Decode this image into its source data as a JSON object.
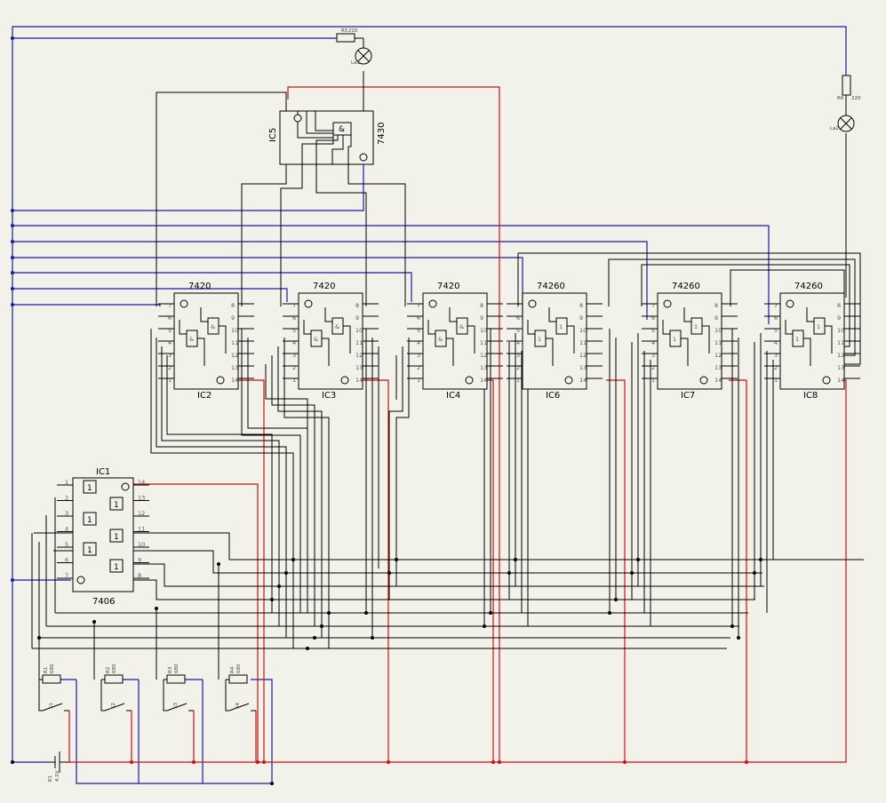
{
  "ic1": {
    "name": "IC1",
    "type": "7406",
    "gate": "1",
    "pins": [
      "1",
      "2",
      "3",
      "4",
      "5",
      "6",
      "7",
      "8",
      "9",
      "10",
      "11",
      "12",
      "13",
      "14"
    ]
  },
  "ic5": {
    "name": "IC5",
    "type": "7430",
    "gate": "&"
  },
  "ic_row": [
    {
      "name": "IC2",
      "type": "7420",
      "gate": "&"
    },
    {
      "name": "IC3",
      "type": "7420",
      "gate": "&"
    },
    {
      "name": "IC4",
      "type": "7420",
      "gate": "&"
    },
    {
      "name": "IC6",
      "type": "74260",
      "gate": "1"
    },
    {
      "name": "IC7",
      "type": "74260",
      "gate": "1"
    },
    {
      "name": "IC8",
      "type": "74260",
      "gate": "1"
    }
  ],
  "row_pins_left": [
    "7",
    "6",
    "5",
    "4",
    "3",
    "2",
    "1"
  ],
  "row_pins_right": [
    "8",
    "9",
    "10",
    "11",
    "12",
    "13",
    "14"
  ],
  "lamps": [
    {
      "name": "La1",
      "resistor": "R5",
      "value": "220"
    },
    {
      "name": "La2",
      "resistor": "R6",
      "value": "220"
    }
  ],
  "switch_resistors": [
    {
      "name": "R1",
      "value": "680",
      "switch": "S1"
    },
    {
      "name": "R2",
      "value": "680",
      "switch": "S2"
    },
    {
      "name": "R3",
      "value": "680",
      "switch": "S3"
    },
    {
      "name": "R4",
      "value": "680",
      "switch": "S4"
    }
  ],
  "battery": {
    "name": "K1",
    "value": "4.5V"
  },
  "colors": {
    "background": "#f2f2ea",
    "ground": "#1a1aa8",
    "vcc": "#cc1111",
    "signal": "#000000"
  }
}
